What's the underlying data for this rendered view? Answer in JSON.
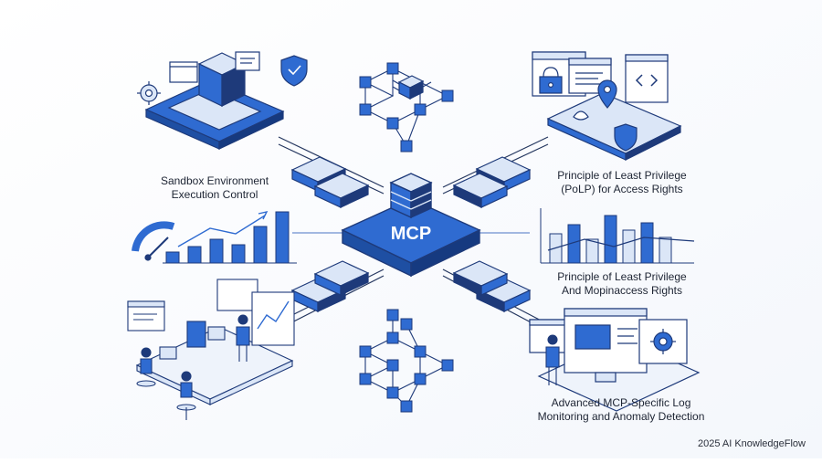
{
  "hub": {
    "label": "MCP"
  },
  "labels": {
    "sandbox": {
      "line1": "Sandbox Environment",
      "line2": "Execution Control"
    },
    "polp": {
      "line1": "Principle of Least Privilege",
      "line2": "(PoLP) for Access Rights"
    },
    "polp_secondary": {
      "line1": "Principle of Least Privilege",
      "line2": "And Mopinaccess Rights"
    },
    "logging": {
      "line1": "Advanced MCP-Specific Log",
      "line2": "Monitoring and Anomaly Detection"
    }
  },
  "footer": {
    "credit": "2025 AI KnowledgeFlow"
  },
  "colors": {
    "primary": "#2f6bd1",
    "dark": "#1e3a7a",
    "light": "#dbe6f7",
    "pale": "#eef3fb",
    "line": "#24365f"
  },
  "icons": [
    "gear-icon",
    "shield-icon",
    "lock-icon",
    "map-pin-icon",
    "code-icon",
    "plug-icon",
    "gauge-icon",
    "server-icon",
    "person-icon"
  ]
}
